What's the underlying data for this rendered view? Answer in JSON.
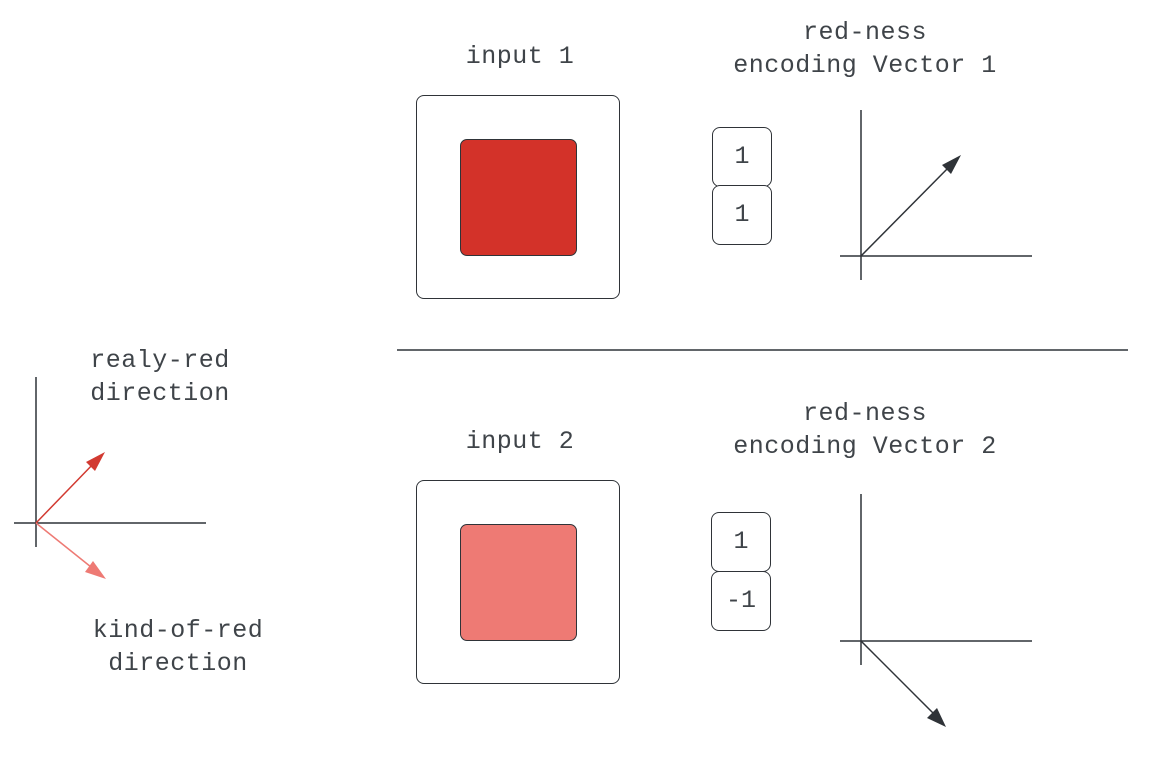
{
  "legend": {
    "really_red_label_line1": "realy-red",
    "really_red_label_line2": "direction",
    "kind_of_red_label_line1": "kind-of-red",
    "kind_of_red_label_line2": "direction",
    "really_red_color": "#d23a31",
    "kind_of_red_color": "#ee7a74"
  },
  "example1": {
    "input_label": "input 1",
    "vector_title_line1": "red-ness",
    "vector_title_line2": "encoding Vector 1",
    "swatch_color": "#d33229",
    "vector": [
      "1",
      "1"
    ]
  },
  "example2": {
    "input_label": "input 2",
    "vector_title_line1": "red-ness",
    "vector_title_line2": "encoding Vector 2",
    "swatch_color": "#ee7a74",
    "vector": [
      "1",
      "-1"
    ]
  },
  "colors": {
    "stroke": "#2f3338",
    "text": "#3f4449"
  }
}
